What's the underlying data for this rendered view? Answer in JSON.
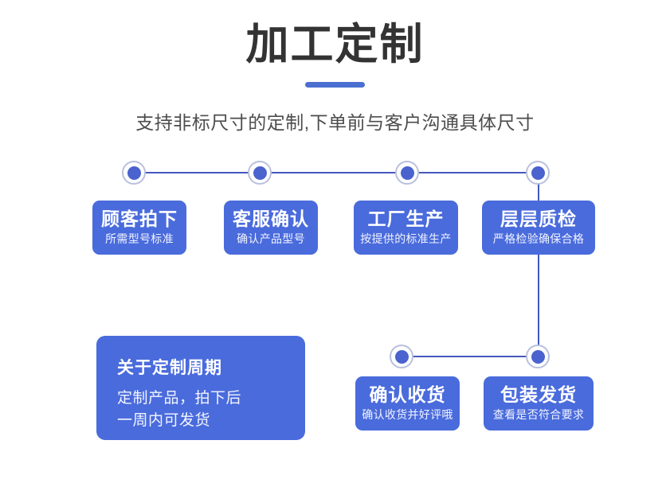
{
  "header": {
    "title": "加工定制",
    "subtitle": "支持非标尺寸的定制,下单前与客户沟通具体尺寸",
    "accent_color": "#4a6fd0",
    "title_color": "#333333"
  },
  "theme": {
    "card_blue": "#4a6bdc",
    "line_blue": "#4558bd",
    "dot_blue": "#4a63cf",
    "ring_gray": "#b9c0dd",
    "background": "#ffffff"
  },
  "flow": {
    "top_steps": [
      {
        "title": "顾客拍下",
        "subtitle": "所需型号标准"
      },
      {
        "title": "客服确认",
        "subtitle": "确认产品型号"
      },
      {
        "title": "工厂生产",
        "subtitle": "按提供的标准生产"
      },
      {
        "title": "层层质检",
        "subtitle": "严格检验确保合格"
      }
    ],
    "bottom_steps": [
      {
        "title": "确认收货",
        "subtitle": "确认收货并好评哦"
      },
      {
        "title": "包装发货",
        "subtitle": "查看是否符合要求"
      }
    ]
  },
  "info_card": {
    "title": "关于定制周期",
    "line1": "定制产品，拍下后",
    "line2": "一周内可发货"
  }
}
